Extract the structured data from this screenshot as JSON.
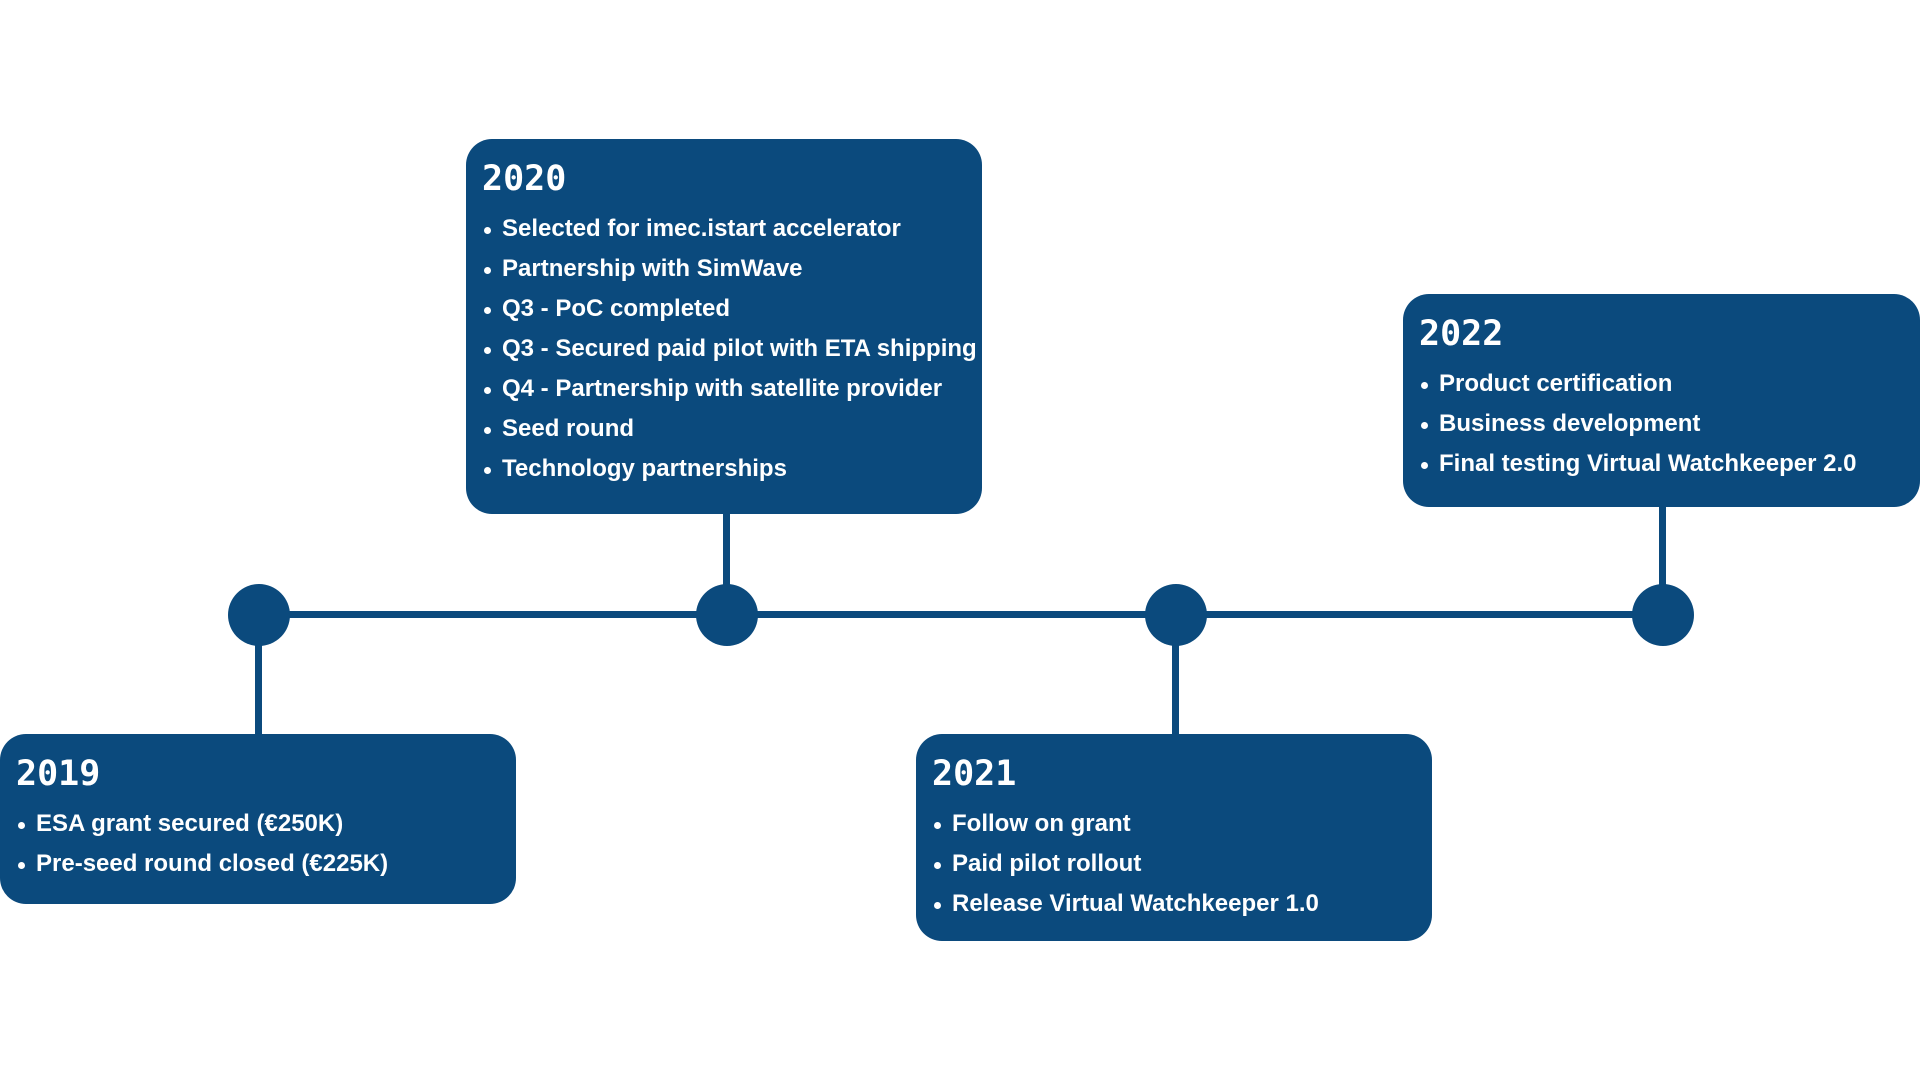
{
  "colors": {
    "primary": "#0b4a7d",
    "background": "#ffffff",
    "text": "#ffffff"
  },
  "milestones": [
    {
      "year": "2019",
      "items": [
        "ESA grant secured (€250K)",
        "Pre-seed round closed (€225K)"
      ]
    },
    {
      "year": "2020",
      "items": [
        "Selected for imec.istart accelerator",
        "Partnership with SimWave",
        "Q3 - PoC completed",
        "Q3 - Secured paid pilot with ETA shipping",
        "Q4 - Partnership with satellite provider",
        "Seed round",
        "Technology partnerships"
      ]
    },
    {
      "year": "2021",
      "items": [
        "Follow on grant",
        "Paid pilot rollout",
        "Release Virtual Watchkeeper 1.0"
      ]
    },
    {
      "year": "2022",
      "items": [
        "Product certification",
        "Business development",
        "Final testing Virtual Watchkeeper 2.0"
      ]
    }
  ]
}
